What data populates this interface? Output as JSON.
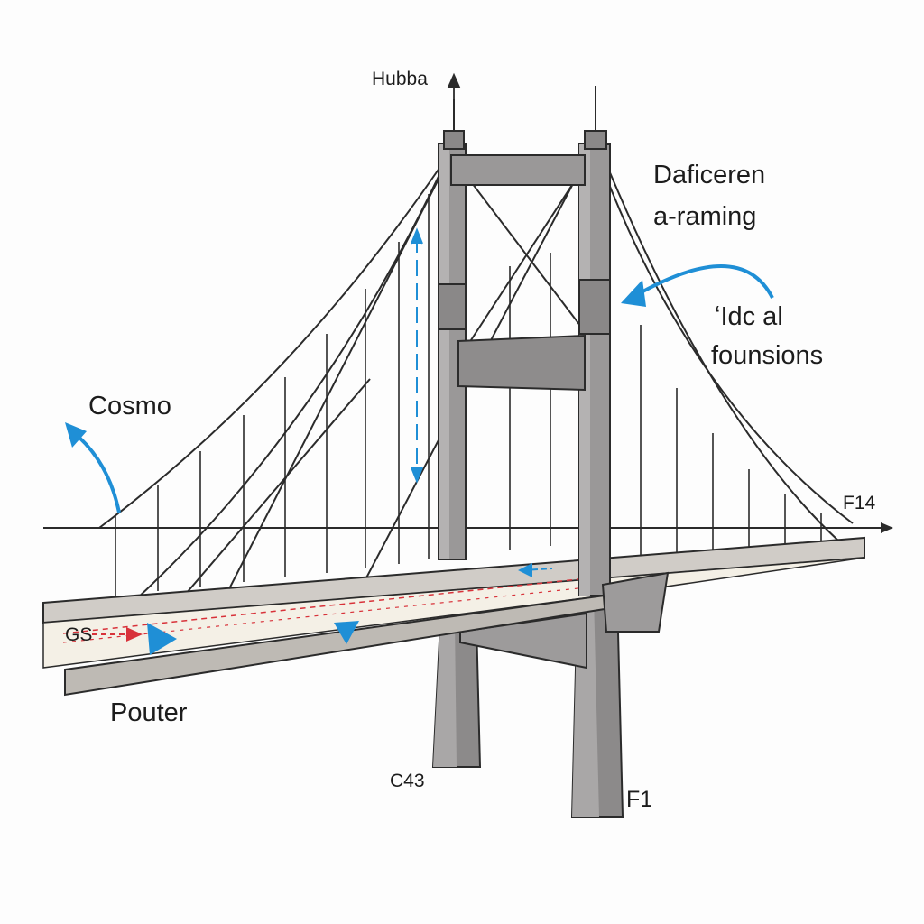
{
  "labels": {
    "hubba": "Hubba",
    "daficeren": "Daficeren",
    "a_raming": "a-raming",
    "idc_al": "ʻIdc al",
    "founsions": "founsions",
    "cosmo": "Cosmo",
    "f14": "F14",
    "gs": "GS",
    "pouter": "Pouter",
    "c43": "C43",
    "f1": "F1"
  },
  "colors": {
    "line": "#2b2b2b",
    "tower": "#9a9898",
    "tower_shade": "#7f7d7d",
    "deck": "#d9d6d2",
    "deck_top": "#f3efe6",
    "accent_blue": "#1f8fd6",
    "accent_red": "#d8323a"
  }
}
